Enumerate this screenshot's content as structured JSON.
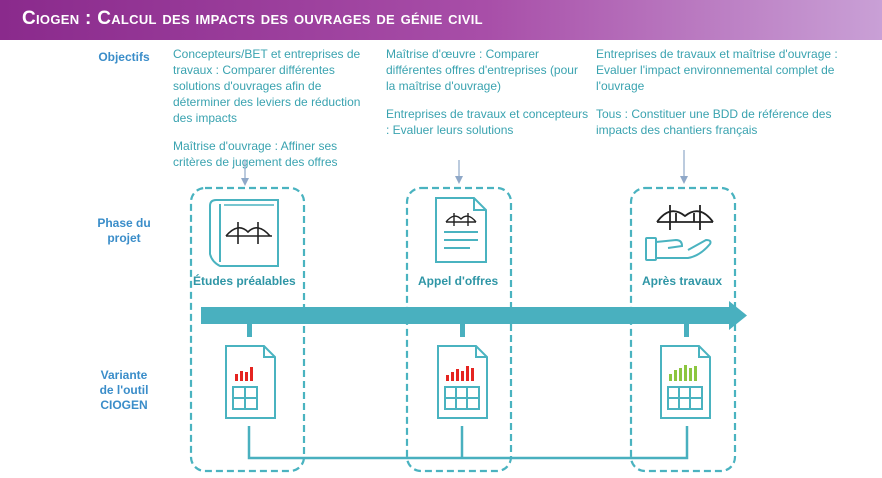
{
  "title": "Ciogen : Calcul des impacts des ouvrages de génie civil",
  "rows": {
    "objectifs": "Objectifs",
    "phase": [
      "Phase du",
      "projet"
    ],
    "variante": [
      "Variante",
      "de l'outil",
      "CIOGEN"
    ]
  },
  "objectives": {
    "col1": [
      "Concepteurs/BET et entreprises de travaux : Comparer différentes solutions d'ouvrages afin de déterminer des leviers de réduction des impacts",
      "Maîtrise d'ouvrage : Affiner ses critères de jugement des offres"
    ],
    "col2": [
      "Maîtrise d'œuvre : Comparer différentes offres d'entreprises (pour la maîtrise d'ouvrage)",
      "Entreprises de travaux et concepteurs : Evaluer leurs solutions"
    ],
    "col3": [
      "Entreprises de travaux et maîtrise d'ouvrage : Evaluer l'impact environnemental complet de l'ouvrage",
      "Tous : Constituer une BDD de référence des impacts des chantiers français"
    ]
  },
  "phases": [
    "Études préalables",
    "Appel d'offres",
    "Après travaux"
  ],
  "icons": {
    "phase1": "blueprint-bridge-icon",
    "phase2": "tender-document-bridge-icon",
    "phase3": "hand-bridge-icon",
    "tool1": "spreadsheet-chart-icon",
    "tool2": "spreadsheet-chart-icon",
    "tool3": "spreadsheet-chart-icon"
  },
  "colors": {
    "accent": "#4ab3c0",
    "timeline": "#49b0bf",
    "bars_red": "#e52420",
    "bars_green": "#8cc63f",
    "header": "#8a2a8c"
  }
}
